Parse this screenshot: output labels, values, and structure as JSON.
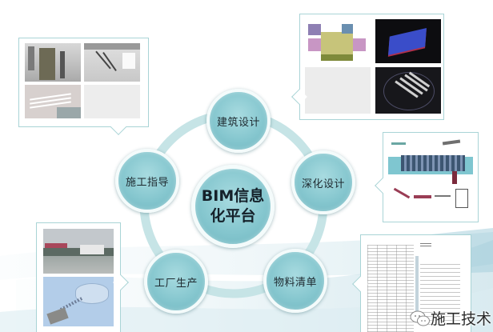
{
  "diagram": {
    "center": {
      "line1": "BIM信息",
      "line2": "化平台"
    },
    "nodes": [
      {
        "id": "architecture-design",
        "label": "建筑设计"
      },
      {
        "id": "deepened-design",
        "label": "深化设计"
      },
      {
        "id": "material-list",
        "label": "物料清单"
      },
      {
        "id": "factory-production",
        "label": "工厂生产"
      },
      {
        "id": "construction-guidance",
        "label": "施工指导"
      }
    ],
    "callouts": [
      {
        "id": "construction-guidance-images",
        "attached_to": "施工指导",
        "thumbnails": [
          "formwork-columns-render",
          "formwork-bracing-render",
          "floor-rebar-render",
          "blank"
        ]
      },
      {
        "id": "architecture-design-images",
        "attached_to": "建筑设计",
        "thumbnails": [
          "floor-plan-colored",
          "blue-slab-3d-dark",
          "blank",
          "beams-3d-dark"
        ]
      },
      {
        "id": "deepened-design-images",
        "attached_to": "深化设计",
        "thumbnails": [
          "building-section-exploded-components"
        ]
      },
      {
        "id": "factory-production-images",
        "attached_to": "工厂生产",
        "thumbnails": [
          "factory-site-photo",
          "production-line-3d"
        ]
      },
      {
        "id": "material-list-images",
        "attached_to": "物料清单",
        "thumbnails": [
          "material-schedule-table"
        ]
      }
    ],
    "colors": {
      "node_fill": "#86c7cf",
      "node_border": "#f4fbfb",
      "ring": "#bfe1e3",
      "callout_border": "#a9d4d6",
      "text": "#1e2a30"
    }
  },
  "watermark": {
    "icon": "wechat-icon",
    "text": "施工技术"
  }
}
